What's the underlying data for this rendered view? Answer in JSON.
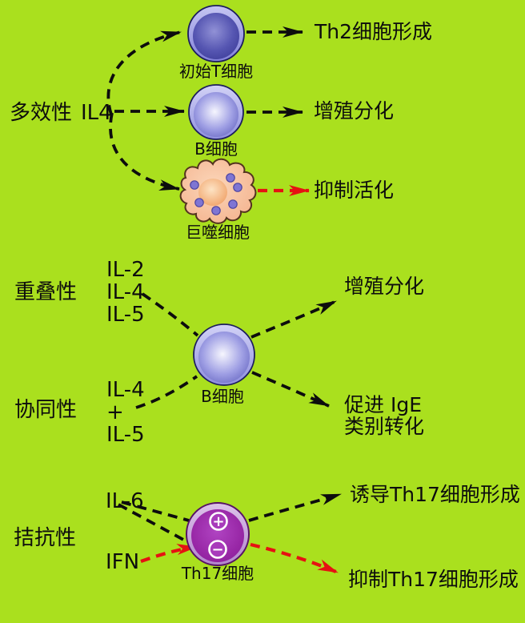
{
  "colors": {
    "background": "#aae01e",
    "text": "#0d0d0d",
    "arrow_black": "#0d0d0d",
    "arrow_red": "#e61212",
    "blue_cell": "#5151b4",
    "macrophage_body": "#f3ad87",
    "th17_purple": "#9827a6"
  },
  "pleiotropy": {
    "label": "多效性",
    "cytokine": "IL4",
    "rows": [
      {
        "cell": "初始T细胞",
        "outcome": "Th2细胞形成"
      },
      {
        "cell": "B细胞",
        "outcome": "增殖分化"
      },
      {
        "cell": "巨噬细胞",
        "outcome": "抑制活化"
      }
    ]
  },
  "redundancy": {
    "label": "重叠性",
    "cytokines": [
      "IL-2",
      "IL-4",
      "IL-5"
    ],
    "outcome": "增殖分化"
  },
  "synergy": {
    "label": "协同性",
    "cytokines": [
      "IL-4",
      "+",
      "IL-5"
    ],
    "outcome_line1": "促进 IgE",
    "outcome_line2": "类别转化"
  },
  "shared_cell": {
    "label": "B细胞"
  },
  "antagonism": {
    "label": "拮抗性",
    "agonist": "IL-6",
    "antagonist": "IFN",
    "cell": "Th17细胞",
    "plus": "+",
    "minus": "−",
    "outcome_induce": "诱导Th17细胞形成",
    "outcome_inhibit": "抑制Th17细胞形成"
  }
}
